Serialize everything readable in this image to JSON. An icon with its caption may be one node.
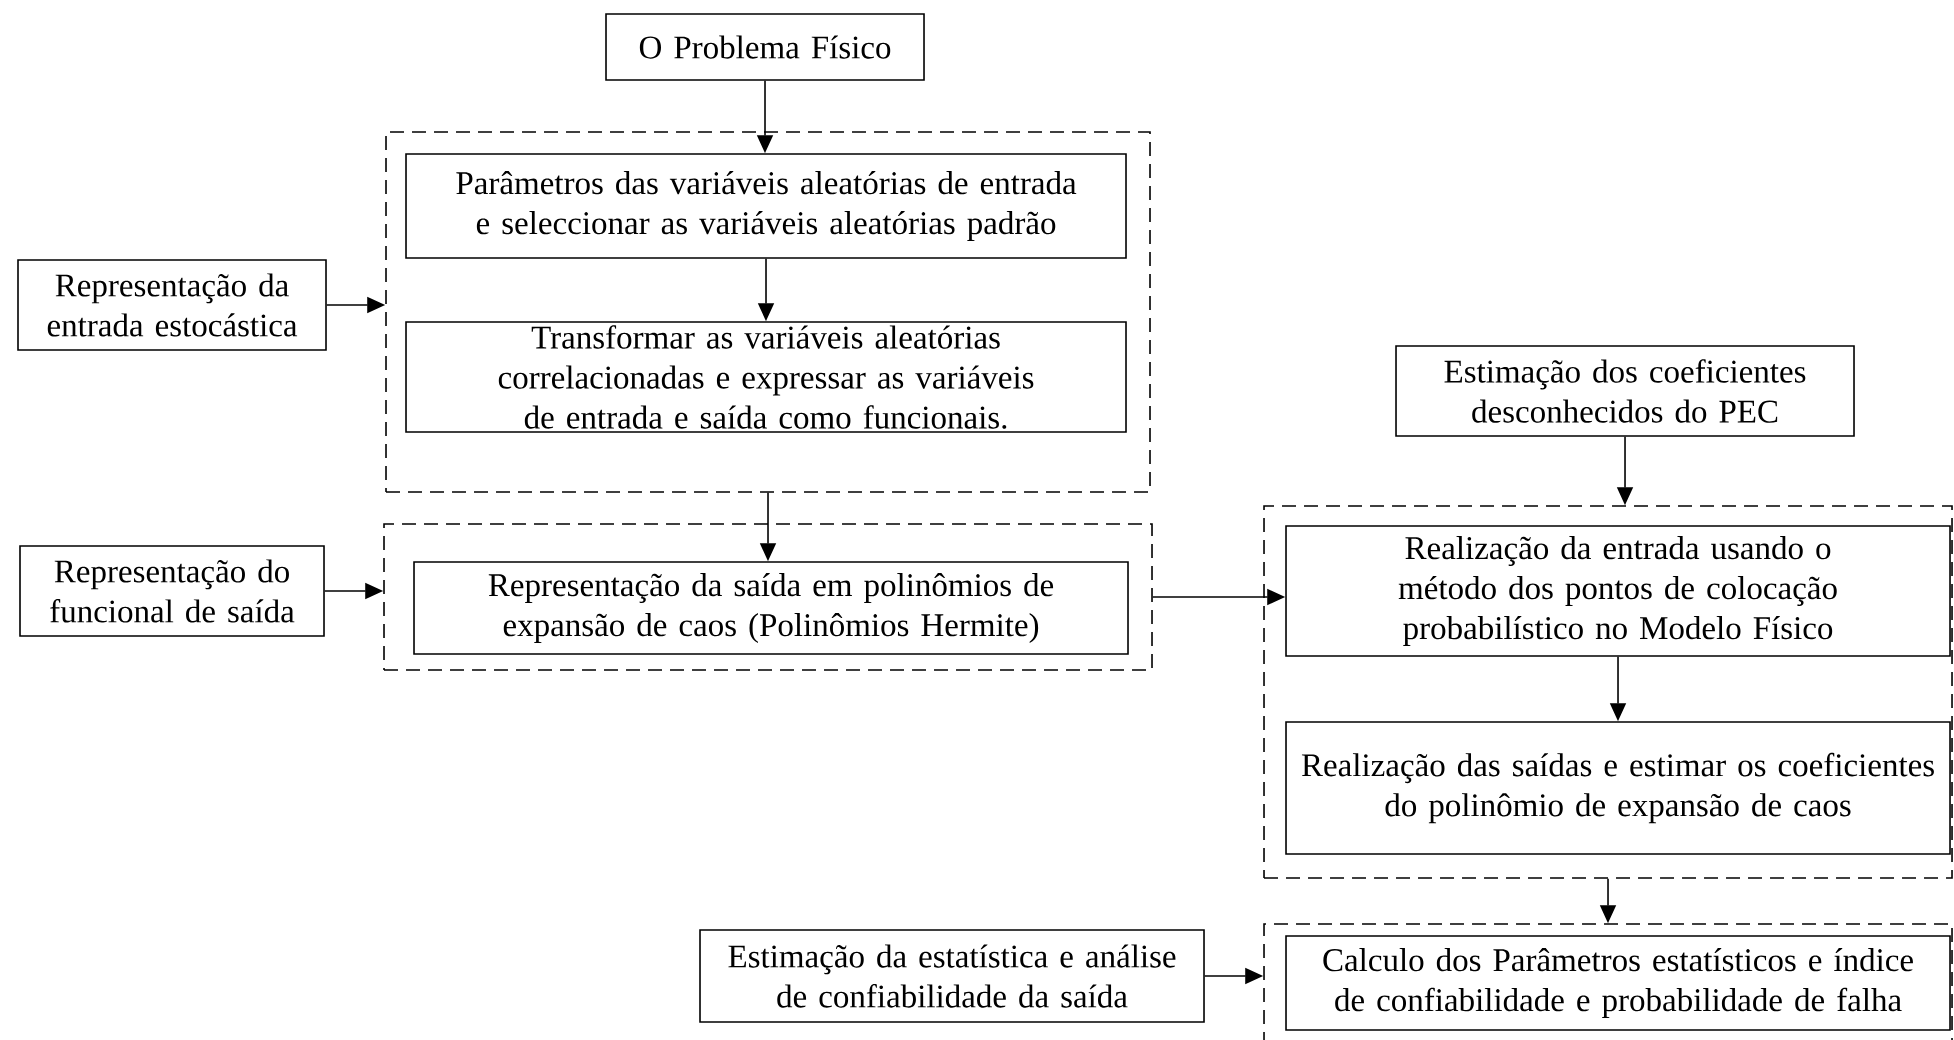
{
  "diagram": {
    "nodes": [
      {
        "text": [
          "O Problema Físico"
        ]
      },
      {
        "text": [],
        "shape": "box"
      },
      {
        "text": [
          "Parâmetros das variáveis aleatórias de entrada e seleccionar as variáveis aleatórias padrão"
        ],
        "in": 1
      },
      {
        "text": [
          "Transformar as variáveis aleatórias correlacionadas e expressar as variáveis de entrada e saída como funcionais."
        ],
        "in": 1
      },
      {
        "text": [
          "Representação da entrada estocástica"
        ]
      },
      {
        "text": [],
        "shape": "box"
      },
      {
        "text": [
          "Representação da saída em polinômios de expansão de caos (Polinômios Hermite)"
        ],
        "in": 5
      },
      {
        "text": [
          "Representação do funcional de saída"
        ]
      },
      {
        "text": [
          "Estimação dos coeficientes desconhecidos do PEC"
        ]
      },
      {
        "text": [],
        "shape": "box"
      },
      {
        "text": [
          "Realização da entrada usando o método dos pontos de colocação probabilístico no Modelo Físico"
        ],
        "in": 9
      },
      {
        "text": [
          "Realização das saídas e estimar os coeficientes do polinômio de expansão de caos"
        ],
        "in": 9
      },
      {
        "text": [
          "Estimação da estatística e análise de confiabilidade da saída"
        ]
      },
      {
        "text": [],
        "shape": "box"
      },
      {
        "text": [
          "Calculo dos Parâmetros estatísticos e índice de confiabilidade e probabilidade de falha"
        ],
        "in": 13
      }
    ],
    "edges": [
      {
        "from": 0,
        "to": 2,
        "arrow": "to"
      },
      {
        "from": 2,
        "to": 3,
        "arrow": "to"
      },
      {
        "from": 4,
        "to": 1,
        "arrow": "to"
      },
      {
        "from": 1,
        "to": 6,
        "arrow": "to"
      },
      {
        "from": 7,
        "to": 5,
        "arrow": "to"
      },
      {
        "from": 5,
        "to": 10,
        "arrow": "to"
      },
      {
        "from": 8,
        "to": 9,
        "arrow": "to"
      },
      {
        "from": 10,
        "to": 11,
        "arrow": "to"
      },
      {
        "from": 9,
        "to": 13,
        "arrow": "to"
      },
      {
        "from": 12,
        "to": 13,
        "arrow": "to"
      }
    ]
  }
}
